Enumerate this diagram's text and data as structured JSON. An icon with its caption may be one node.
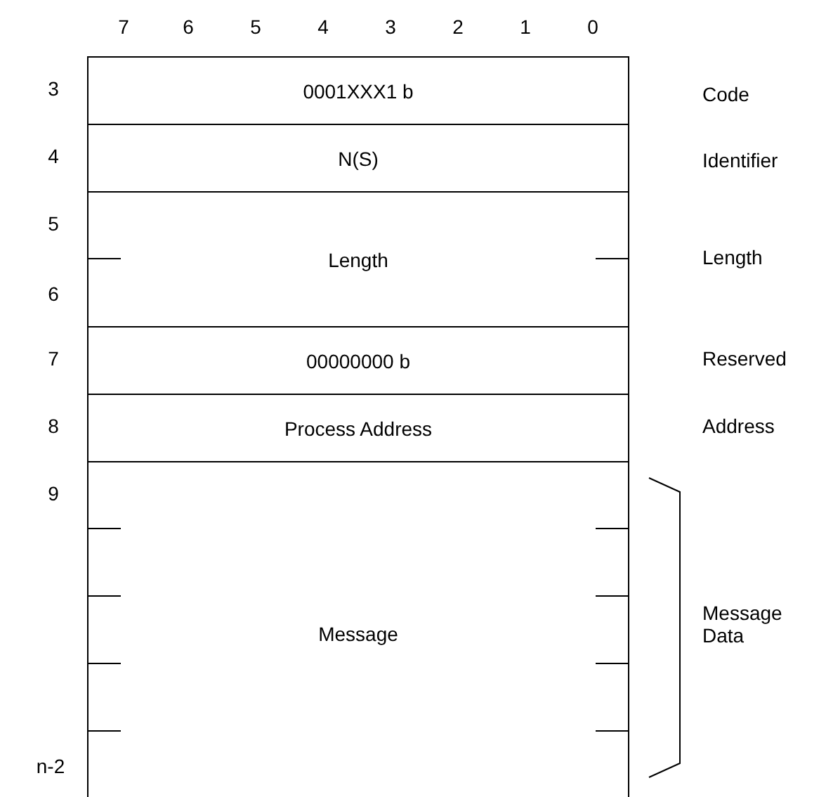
{
  "diagram": {
    "nodes": [
      {
        "text": [
          "0001XXX1 b"
        ]
      },
      {
        "text": [
          "N(S)"
        ]
      },
      {
        "text": [
          "Length"
        ]
      },
      {
        "text": [
          "00000000 b"
        ]
      },
      {
        "text": [
          "Process Address"
        ]
      },
      {
        "text": [
          "Message"
        ]
      }
    ],
    "labels": [
      "7",
      "6",
      "5",
      "4",
      "3",
      "2",
      "1",
      "0",
      "3",
      "Code",
      "4",
      "Identifier",
      "5",
      "Length",
      "6",
      "7",
      "Reserved",
      "8",
      "Address",
      "9",
      "Message Data",
      "n-2"
    ]
  }
}
